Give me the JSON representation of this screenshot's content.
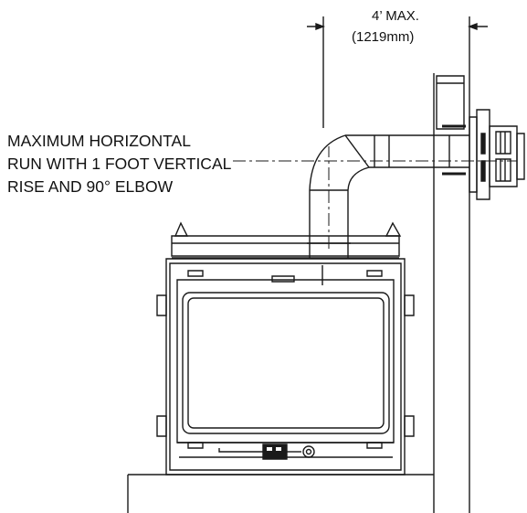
{
  "dimension": {
    "line1": "4’ MAX.",
    "line2": "(1219mm)"
  },
  "note": {
    "line1": "MAXIMUM HORIZONTAL",
    "line2": "RUN WITH 1 FOOT VERTICAL",
    "line3": "RISE AND 90° ELBOW"
  },
  "colors": {
    "stroke": "#1a1a1a",
    "background": "#ffffff"
  }
}
